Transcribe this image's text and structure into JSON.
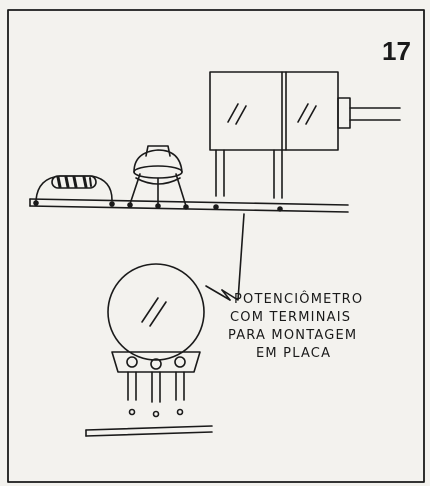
{
  "figure": {
    "number": "17",
    "caption_lines": [
      "POTENCIÔMETRO",
      "COM TERMINAIS",
      "PARA MONTAGEM",
      "EM PLACA"
    ]
  },
  "components": [
    "resistor",
    "transistor",
    "potentiometer-front",
    "potentiometer-pcb"
  ],
  "colors": {
    "paper": "#f3f2ee",
    "ink": "#1a1a1a"
  }
}
